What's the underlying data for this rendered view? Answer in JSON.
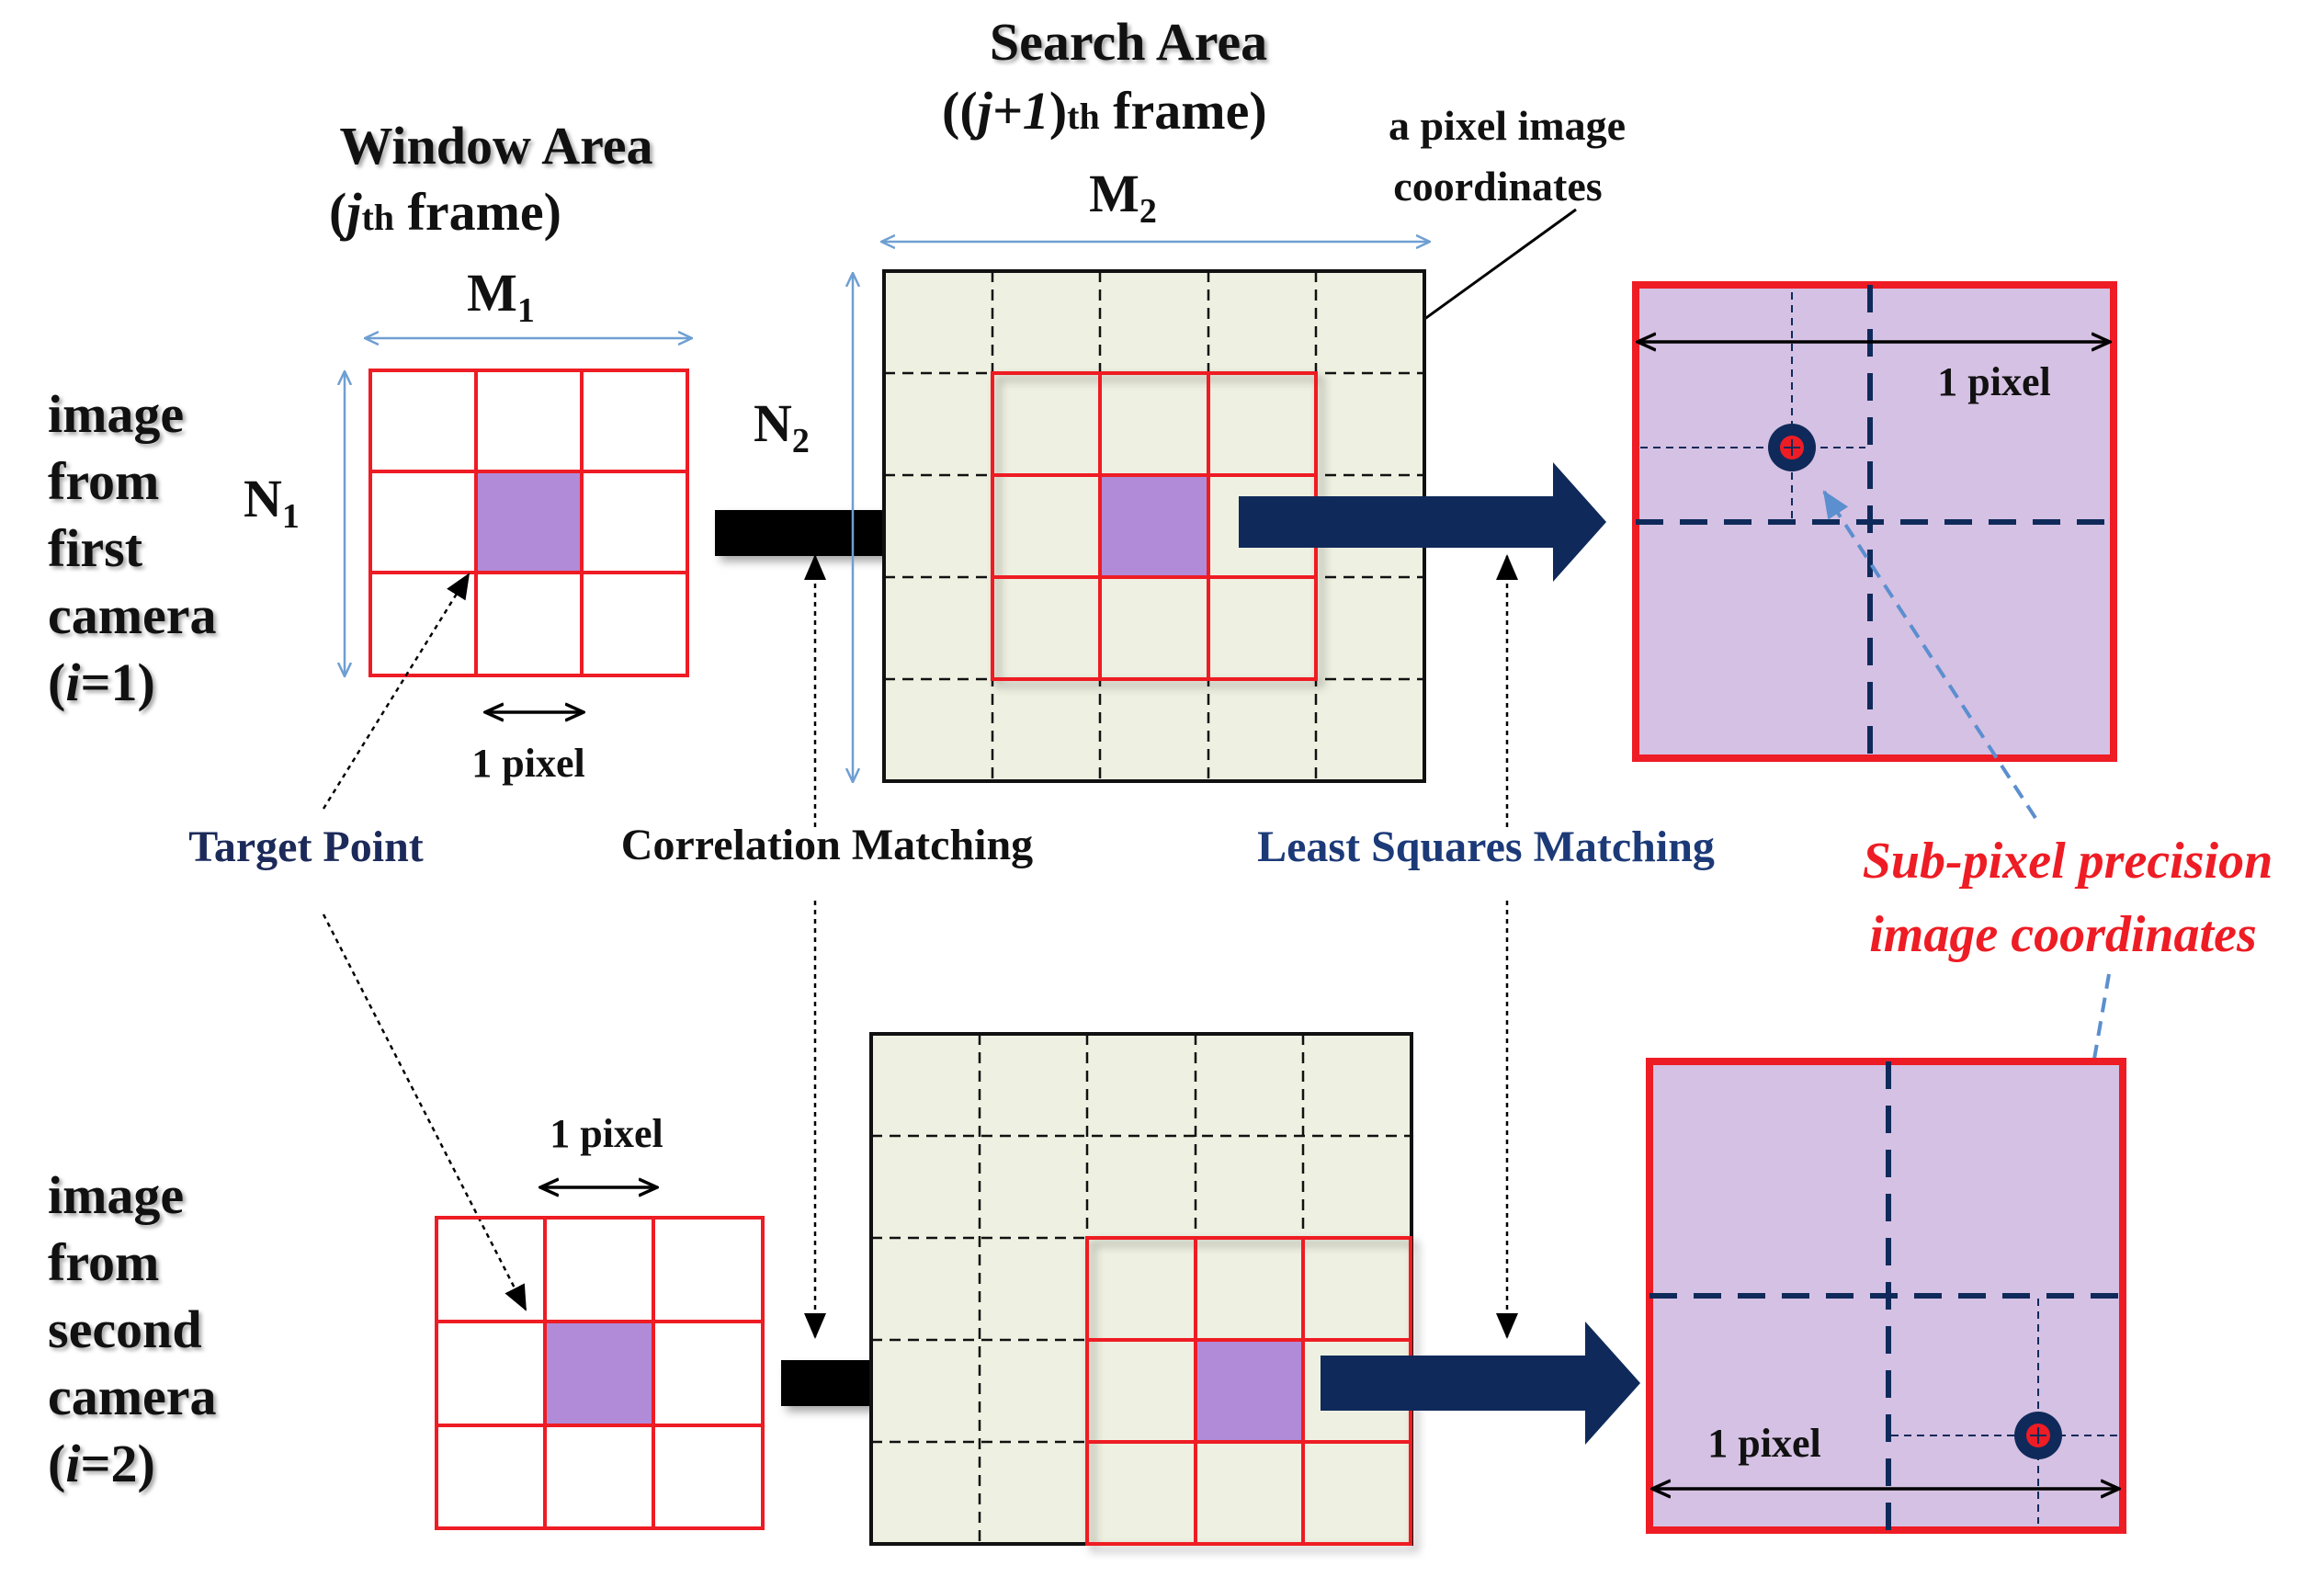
{
  "window_area": {
    "title": "Window Area",
    "frame_open": "(",
    "frame_j": "j",
    "frame_th": "th",
    "frame_rest": " frame)"
  },
  "search_area": {
    "title": "Search Area",
    "frame_open": "((",
    "frame_j": "j+1",
    "frame_close_paren": ")",
    "frame_th": "th",
    "frame_rest": " frame)"
  },
  "dimensions": {
    "m1": "M",
    "m1_sub": "1",
    "n1": "N",
    "n1_sub": "1",
    "m2": "M",
    "m2_sub": "2",
    "n2": "N",
    "n2_sub": "2"
  },
  "pixel_image_label": {
    "line1": "a pixel image",
    "line2": "coordinates"
  },
  "cameras": [
    {
      "line1": "image",
      "line2": "from",
      "line3": "first",
      "line4": "camera",
      "index_open": "(",
      "index_var": "i",
      "index_value": "=1)"
    },
    {
      "line1": "image",
      "line2": "from",
      "line3": "second",
      "line4": "camera",
      "index_open": "(",
      "index_var": "i",
      "index_value": "=2)"
    }
  ],
  "pixel_labels": {
    "window_top": "1 pixel",
    "window_bottom": "1 pixel",
    "sub_top": "1 pixel",
    "sub_bottom": "1 pixel"
  },
  "matching": {
    "target_point": "Target Point",
    "correlation": "Correlation  Matching",
    "least_squares": "Least Squares Matching"
  },
  "subpixel_label": {
    "line1": "Sub-pixel precision",
    "line2": "image coordinates"
  },
  "colors": {
    "grid_red": "#ee1c24",
    "target_purple": "#b18bd8",
    "search_bg": "#eef0e1",
    "subpixel_bg": "#d5c1e3",
    "navy": "#0f2a5a",
    "dim_blue": "#6f9fd2",
    "arrow_black": "#000000",
    "subpixel_text_red": "#ee1c24",
    "least_squares_text": "#1c3a78",
    "target_text": "#1c2a5a"
  }
}
